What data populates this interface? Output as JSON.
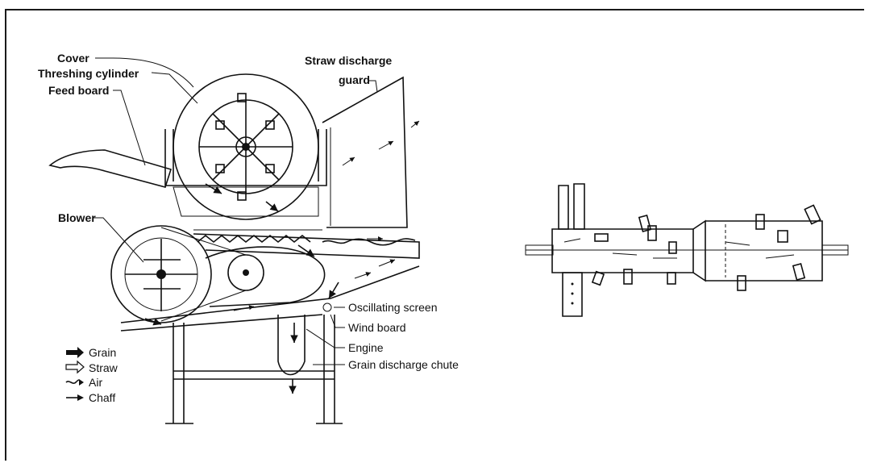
{
  "labels": {
    "cover": "Cover",
    "threshing_cylinder": "Threshing cylinder",
    "feed_board": "Feed board",
    "straw_discharge_1": "Straw discharge",
    "straw_discharge_2": "guard",
    "blower": "Blower",
    "oscillating_screen": "Oscillating screen",
    "wind_board": "Wind board",
    "engine": "Engine",
    "grain_discharge_chute": "Grain discharge chute"
  },
  "legend": {
    "grain": "Grain",
    "straw": "Straw",
    "air": "Air",
    "chaff": "Chaff"
  },
  "icons": [
    "grain-arrow-icon",
    "straw-arrow-icon",
    "air-arrow-icon",
    "chaff-arrow-icon"
  ]
}
